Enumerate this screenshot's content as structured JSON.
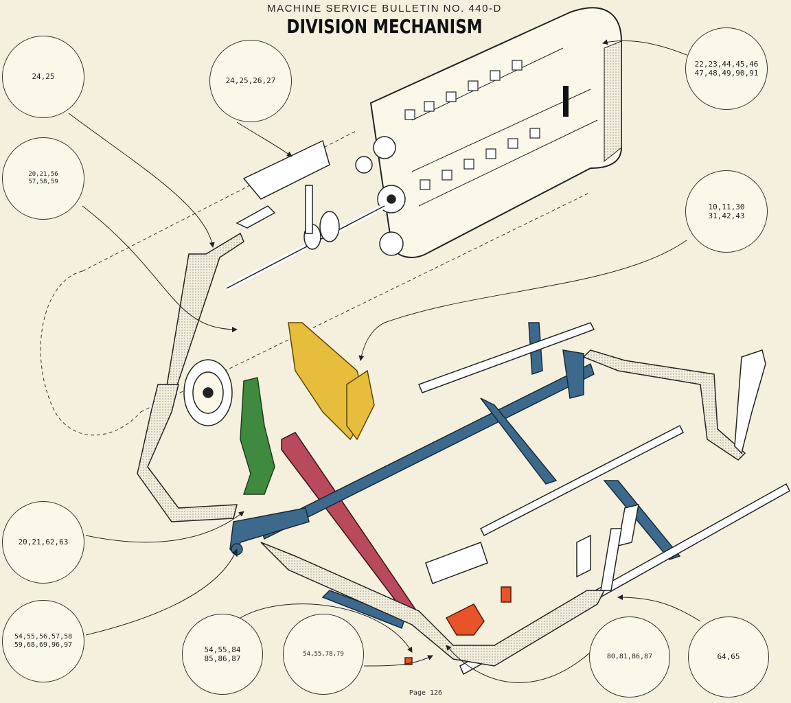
{
  "header": {
    "bulletin": "MACHINE SERVICE BULLETIN NO. 440-D",
    "title": "DIVISION MECHANISM"
  },
  "callouts": {
    "c1": "24,25",
    "c2": "24,25,26,27",
    "c3": "22,23,44,45,46\n47,48,49,90,91",
    "c4": "20,21,56\n57,58,59",
    "c5": "10,11,30\n31,42,43",
    "c6": "20,21,62,63",
    "c7": "54,55,56,57,58\n59,68,69,96,97",
    "c8": "54,55,84\n85,86,87",
    "c9": "54,55,78,79",
    "c10": "80,81,86,87",
    "c11": "64,65"
  },
  "page": "Page 126",
  "colors": {
    "paper": "#f5f0dd",
    "blue_parts": "#3d6a8c",
    "yellow_parts": "#e7bd3c",
    "green_parts": "#3f8a3e",
    "red_parts": "#b84a5c",
    "orange_parts": "#e8532a",
    "line_art": "#2a2a2a"
  }
}
